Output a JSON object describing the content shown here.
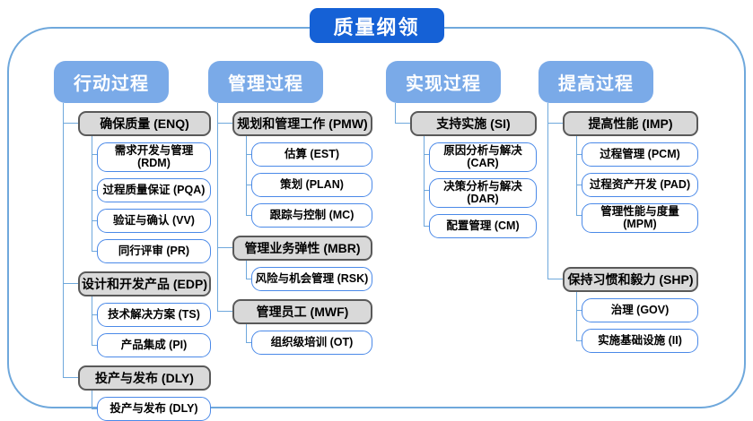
{
  "title": "质量纲领",
  "colors": {
    "title_bg": "#1561d6",
    "header_bg": "#7aaae8",
    "gray_fill": "#d9d9d9",
    "gray_border": "#595959",
    "leaf_border": "#4a89e8",
    "connector": "#6fa8dc",
    "frame_border": "#6fa8dc"
  },
  "columns": [
    {
      "header": "行动过程",
      "groups": [
        {
          "label": "确保质量 (ENQ)",
          "children": [
            "需求开发与管理 (RDM)",
            "过程质量保证 (PQA)",
            "验证与确认 (VV)",
            "同行评审 (PR)"
          ]
        },
        {
          "label": "设计和开发产品 (EDP)",
          "children": [
            "技术解决方案 (TS)",
            "产品集成 (PI)"
          ]
        },
        {
          "label": "投产与发布 (DLY)",
          "children": [
            "投产与发布 (DLY)"
          ]
        }
      ]
    },
    {
      "header": "管理过程",
      "groups": [
        {
          "label": "规划和管理工作 (PMW)",
          "children": [
            "估算 (EST)",
            "策划 (PLAN)",
            "跟踪与控制 (MC)"
          ]
        },
        {
          "label": "管理业务弹性 (MBR)",
          "children": [
            "风险与机会管理 (RSK)"
          ]
        },
        {
          "label": "管理员工 (MWF)",
          "children": [
            "组织级培训 (OT)"
          ]
        }
      ]
    },
    {
      "header": "实现过程",
      "groups": [
        {
          "label": "支持实施 (SI)",
          "children": [
            "原因分析与解决 (CAR)",
            "决策分析与解决 (DAR)",
            "配置管理 (CM)"
          ]
        }
      ]
    },
    {
      "header": "提高过程",
      "groups": [
        {
          "label": "提高性能 (IMP)",
          "children": [
            "过程管理 (PCM)",
            "过程资产开发 (PAD)",
            "管理性能与度量\n(MPM)"
          ]
        },
        {
          "label": "保持习惯和毅力 (SHP)",
          "children": [
            "治理 (GOV)",
            "实施基础设施 (II)"
          ]
        }
      ]
    }
  ]
}
